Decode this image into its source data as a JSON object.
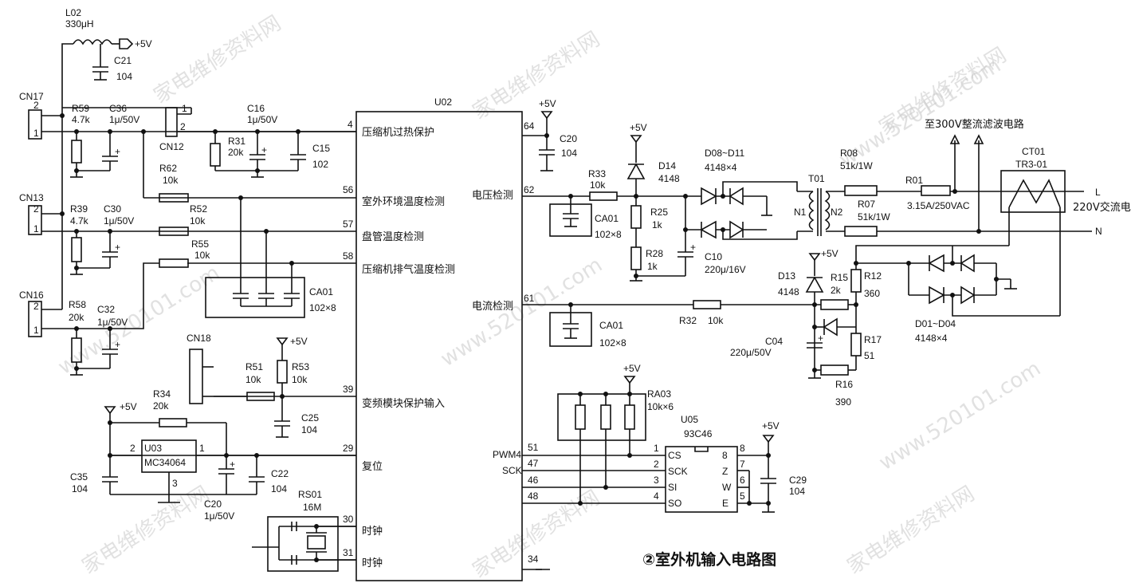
{
  "watermark": {
    "url": "www.520101.com",
    "site": "家电维修资料网"
  },
  "chip": {
    "ref": "U02",
    "pins": [
      {
        "num": "4",
        "label": "压缩机过热保护"
      },
      {
        "num": "56",
        "label": "室外环境温度检测"
      },
      {
        "num": "57",
        "label": "盘管温度检测"
      },
      {
        "num": "58",
        "label": "压缩机排气温度检测"
      },
      {
        "num": "39",
        "label": "变频模块保护输入"
      },
      {
        "num": "29",
        "label": "复位"
      },
      {
        "num": "30",
        "label": "时钟"
      },
      {
        "num": "31",
        "label": "时钟"
      },
      {
        "num": "64",
        "label": ""
      },
      {
        "num": "62",
        "label": "电压检测"
      },
      {
        "num": "61",
        "label": "电流检测"
      },
      {
        "num": "51",
        "label": "PWM4"
      },
      {
        "num": "47",
        "label": "SCK"
      },
      {
        "num": "46",
        "label": ""
      },
      {
        "num": "48",
        "label": ""
      },
      {
        "num": "34",
        "label": ""
      }
    ]
  },
  "left": {
    "L02": {
      "ref": "L02",
      "value": "330μH"
    },
    "supply": "+5V",
    "C21": {
      "ref": "C21",
      "value": "104"
    },
    "CN17": {
      "ref": "CN17",
      "p2": "2",
      "p1": "1"
    },
    "CN12": {
      "ref": "CN12",
      "p1": "1",
      "p2": "2"
    },
    "CN13": {
      "ref": "CN13",
      "p2": "2",
      "p1": "1"
    },
    "CN16": {
      "ref": "CN16",
      "p2": "2",
      "p1": "1"
    },
    "CN18": {
      "ref": "CN18"
    },
    "R59": {
      "ref": "R59",
      "value": "4.7k"
    },
    "C36": {
      "ref": "C36",
      "value": "1μ/50V"
    },
    "C16": {
      "ref": "C16",
      "value": "1μ/50V"
    },
    "R31": {
      "ref": "R31",
      "value": "20k"
    },
    "C15": {
      "ref": "C15",
      "value": "102"
    },
    "R62": {
      "ref": "R62",
      "value": "10k"
    },
    "R39": {
      "ref": "R39",
      "value": "4.7k"
    },
    "C30": {
      "ref": "C30",
      "value": "1μ/50V"
    },
    "R52": {
      "ref": "R52",
      "value": "10k"
    },
    "R55": {
      "ref": "R55",
      "value": "10k"
    },
    "CA01": {
      "ref": "CA01",
      "value": "102×8"
    },
    "R58": {
      "ref": "R58",
      "value": "20k"
    },
    "C32": {
      "ref": "C32",
      "value": "1μ/50V"
    },
    "R51": {
      "ref": "R51",
      "value": "10k"
    },
    "R53": {
      "ref": "R53",
      "value": "10k"
    },
    "C25": {
      "ref": "C25",
      "value": "104"
    },
    "R34": {
      "ref": "R34",
      "value": "20k"
    },
    "U03": {
      "ref": "U03",
      "part": "MC34064",
      "p2": "2",
      "p1": "1",
      "p3": "3"
    },
    "C35": {
      "ref": "C35",
      "value": "104"
    },
    "C20": {
      "ref": "C20",
      "value": "1μ/50V"
    },
    "C22": {
      "ref": "C22",
      "value": "104"
    },
    "RS01": {
      "ref": "RS01",
      "value": "16M"
    }
  },
  "right": {
    "supply": "+5V",
    "C20": {
      "ref": "C20",
      "value": "104"
    },
    "R33": {
      "ref": "R33",
      "value": "10k"
    },
    "CA01a": {
      "ref": "CA01",
      "value": "102×8"
    },
    "D14": {
      "ref": "D14",
      "value": "4148"
    },
    "R25": {
      "ref": "R25",
      "value": "1k"
    },
    "R28": {
      "ref": "R28",
      "value": "1k"
    },
    "C10": {
      "ref": "C10",
      "value": "220μ/16V"
    },
    "D08": {
      "ref": "D08~D11",
      "value": "4148×4"
    },
    "T01": {
      "ref": "T01",
      "n1": "N1",
      "n2": "N2"
    },
    "R08": {
      "ref": "R08",
      "value": "51k/1W"
    },
    "R07": {
      "ref": "R07",
      "value": "51k/1W"
    },
    "R01": {
      "ref": "R01",
      "value": "3.15A/250VAC"
    },
    "note300": "至300V整流滤波电路",
    "CT01": {
      "ref": "CT01",
      "part": "TR3-01"
    },
    "L": "L",
    "N": "N",
    "ac": "220V交流电",
    "D13": {
      "ref": "D13",
      "value": "4148"
    },
    "R15": {
      "ref": "R15",
      "value": "2k"
    },
    "R12": {
      "ref": "R12",
      "value": "360"
    },
    "R32": {
      "ref": "R32",
      "value": "10k"
    },
    "CA01b": {
      "ref": "CA01",
      "value": "102×8"
    },
    "C04": {
      "ref": "C04",
      "value": "220μ/50V"
    },
    "R17": {
      "ref": "R17",
      "value": "51"
    },
    "R16": {
      "ref": "R16",
      "value": "390"
    },
    "D01": {
      "ref": "D01~D04",
      "value": "4148×4"
    },
    "RA03": {
      "ref": "RA03",
      "value": "10k×6"
    },
    "U05": {
      "ref": "U05",
      "part": "93C46",
      "pins": [
        {
          "n": "1",
          "l": "CS"
        },
        {
          "n": "2",
          "l": "SCK"
        },
        {
          "n": "3",
          "l": "SI"
        },
        {
          "n": "4",
          "l": "SO"
        },
        {
          "n": "8",
          "l": "8"
        },
        {
          "n": "7",
          "l": "Z"
        },
        {
          "n": "6",
          "l": "W"
        },
        {
          "n": "5",
          "l": "E"
        }
      ]
    },
    "C29": {
      "ref": "C29",
      "value": "104"
    }
  },
  "title": "②室外机输入电路图"
}
